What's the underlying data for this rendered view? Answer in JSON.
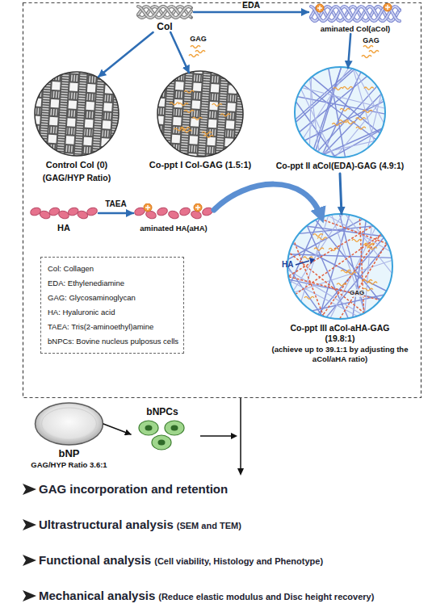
{
  "diagram": {
    "nodes": [
      {
        "text": [
          "Col"
        ]
      },
      {
        "text": [
          "aminated Col(aCol)"
        ]
      },
      {
        "text": [
          "Control Col (0)"
        ]
      },
      {
        "text": [
          "Co-ppt I Col-GAG (1.5:1)"
        ]
      },
      {
        "text": [
          "Co-ppt II aCol(EDA)-GAG (4.9:1)"
        ]
      },
      {
        "text": [
          "HA"
        ]
      },
      {
        "text": [
          "aminated HA(aHA)"
        ]
      },
      {
        "text": [
          "HA",
          "GAG",
          "Co-ppt III aCol-aHA-GAG (19.8:1)",
          "(achieve up to 39.1:1 by adjusting the aCol/aHA ratio)"
        ]
      },
      {
        "text": [
          "Col: Collagen",
          "EDA: Ethylenediamine",
          "GAG: Glycosaminoglycan",
          "HA: Hyaluronic acid",
          "TAEA: Tris(2-aminoethyl)amine",
          "bNPCs: Bovine nucleus pulposus cells"
        ]
      },
      {
        "text": [
          "bNP",
          "GAG/HYP Ratio 3.6:1"
        ]
      },
      {
        "text": [
          "bNPCs"
        ]
      }
    ],
    "edges": [
      {
        "from": 0,
        "to": 1,
        "arrow": "to",
        "label": "EDA"
      },
      {
        "from": 0,
        "to": 2,
        "arrow": "to"
      },
      {
        "from": 0,
        "to": 3,
        "arrow": "to",
        "label": "GAG"
      },
      {
        "from": 1,
        "to": 4,
        "arrow": "to",
        "label": "GAG"
      },
      {
        "from": 5,
        "to": 6,
        "arrow": "to",
        "label": "TAEA"
      },
      {
        "from": 6,
        "to": 7,
        "arrow": "to"
      },
      {
        "from": 4,
        "to": 7,
        "arrow": "to"
      },
      {
        "from": 9,
        "to": 10,
        "arrow": "to"
      }
    ],
    "labels": [
      "(GAG/HYP Ratio)",
      "GAG incorporation and retention",
      "Ultrastructural analysis",
      "(SEM and TEM)",
      "Functional analysis",
      "(Cell viability, Histology and Phenotype)",
      "Mechanical analysis",
      "(Reduce elastic modulus and Disc height recovery)"
    ]
  }
}
